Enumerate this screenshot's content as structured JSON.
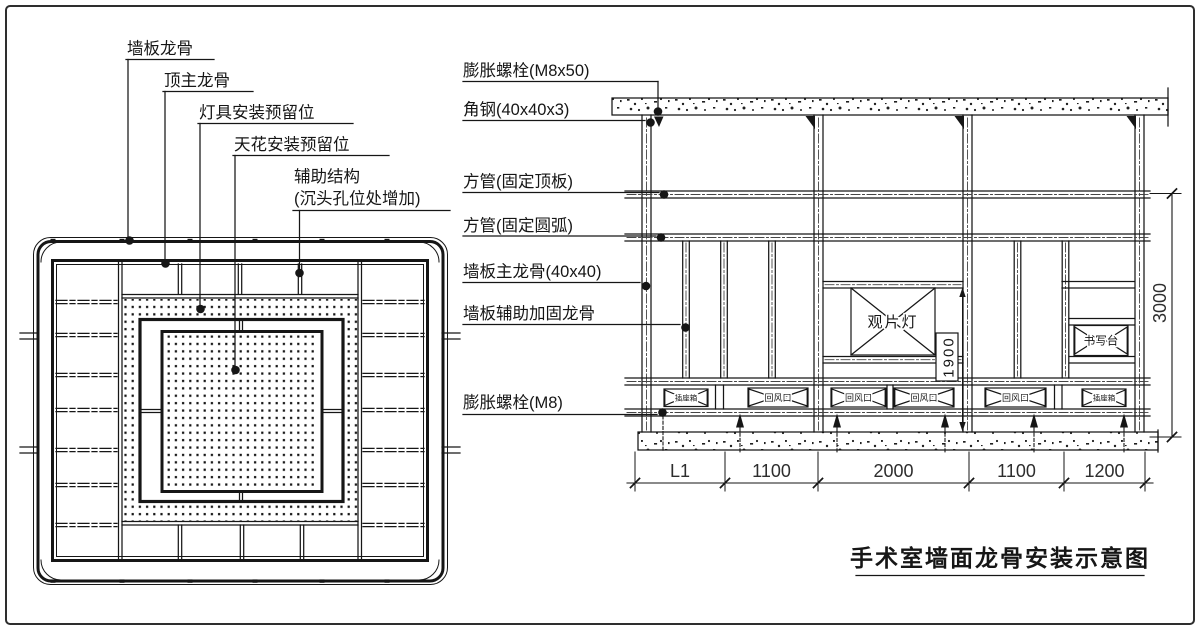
{
  "drawing": {
    "title": "手术室墙面龙骨安装示意图",
    "plan_labels": {
      "wall_keel": "墙板龙骨",
      "top_main_keel": "顶主龙骨",
      "light_reserved": "灯具安装预留位",
      "ceiling_reserved": "天花安装预留位",
      "aux_structure_1": "辅助结构",
      "aux_structure_2": "(沉头孔位处增加)"
    },
    "elevation_labels": {
      "expansion_bolt_m8x50": "膨胀螺栓(M8x50)",
      "angle_steel": "角钢(40x40x3)",
      "square_tube_top": "方管(固定顶板)",
      "square_tube_arc": "方管(固定圆弧)",
      "wall_main_keel": "墙板主龙骨(40x40)",
      "wall_aux_keel": "墙板辅助加固龙骨",
      "expansion_bolt_m8": "膨胀螺栓(M8)"
    },
    "fixtures": {
      "film_viewer": "观片灯",
      "writing_desk": "书写台",
      "return_air": "回风口",
      "socket_box": "插座箱"
    },
    "dimensions": {
      "bottom": [
        "L1",
        "1100",
        "2000",
        "1100",
        "1200"
      ],
      "right_height": "3000",
      "viewer_height": "1900"
    },
    "colors": {
      "line": "#161616",
      "background": "#ffffff"
    }
  }
}
